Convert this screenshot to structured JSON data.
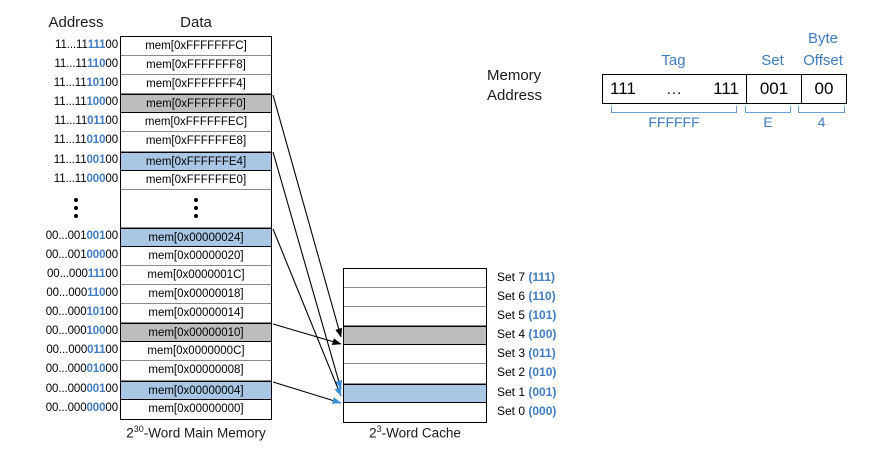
{
  "memory": {
    "address_header": "Address",
    "data_header": "Data",
    "caption_base": "2",
    "caption_exp": "30",
    "caption_rest": "-Word Main Memory",
    "rows": [
      {
        "prefix": "11...11",
        "set": "111",
        "suffix": "00",
        "data": "mem[0xFFFFFFFC]",
        "hl": "none"
      },
      {
        "prefix": "11...11",
        "set": "110",
        "suffix": "00",
        "data": "mem[0xFFFFFFF8]",
        "hl": "none"
      },
      {
        "prefix": "11...11",
        "set": "101",
        "suffix": "00",
        "data": "mem[0xFFFFFFF4]",
        "hl": "none"
      },
      {
        "prefix": "11...11",
        "set": "100",
        "suffix": "00",
        "data": "mem[0xFFFFFFF0]",
        "hl": "gray"
      },
      {
        "prefix": "11...11",
        "set": "011",
        "suffix": "00",
        "data": "mem[0xFFFFFFEC]",
        "hl": "none"
      },
      {
        "prefix": "11...11",
        "set": "010",
        "suffix": "00",
        "data": "mem[0xFFFFFFE8]",
        "hl": "none"
      },
      {
        "prefix": "11...11",
        "set": "001",
        "suffix": "00",
        "data": "mem[0xFFFFFFE4]",
        "hl": "blue"
      },
      {
        "prefix": "11...11",
        "set": "000",
        "suffix": "00",
        "data": "mem[0xFFFFFFE0]",
        "hl": "none"
      },
      {
        "ellipsis": true
      },
      {
        "prefix": "00...001",
        "set": "001",
        "suffix": "00",
        "data": "mem[0x00000024]",
        "hl": "blue"
      },
      {
        "prefix": "00...001",
        "set": "000",
        "suffix": "00",
        "data": "mem[0x00000020]",
        "hl": "none"
      },
      {
        "prefix": "00...000",
        "set": "111",
        "suffix": "00",
        "data": "mem[0x0000001C]",
        "hl": "none"
      },
      {
        "prefix": "00...000",
        "set": "110",
        "suffix": "00",
        "data": "mem[0x00000018]",
        "hl": "none"
      },
      {
        "prefix": "00...000",
        "set": "101",
        "suffix": "00",
        "data": "mem[0x00000014]",
        "hl": "none"
      },
      {
        "prefix": "00...000",
        "set": "100",
        "suffix": "00",
        "data": "mem[0x00000010]",
        "hl": "gray"
      },
      {
        "prefix": "00...000",
        "set": "011",
        "suffix": "00",
        "data": "mem[0x0000000C]",
        "hl": "none"
      },
      {
        "prefix": "00...000",
        "set": "010",
        "suffix": "00",
        "data": "mem[0x00000008]",
        "hl": "none"
      },
      {
        "prefix": "00...000",
        "set": "001",
        "suffix": "00",
        "data": "mem[0x00000004]",
        "hl": "blue"
      },
      {
        "prefix": "00...000",
        "set": "000",
        "suffix": "00",
        "data": "mem[0x00000000]",
        "hl": "none"
      }
    ]
  },
  "cache": {
    "caption_base": "2",
    "caption_exp": "3",
    "caption_rest": "-Word Cache",
    "sets": [
      {
        "label": "Set 7",
        "binary": "(111)",
        "hl": "none"
      },
      {
        "label": "Set 6",
        "binary": "(110)",
        "hl": "none"
      },
      {
        "label": "Set 5",
        "binary": "(101)",
        "hl": "none"
      },
      {
        "label": "Set 4",
        "binary": "(100)",
        "hl": "gray"
      },
      {
        "label": "Set 3",
        "binary": "(011)",
        "hl": "none"
      },
      {
        "label": "Set 2",
        "binary": "(010)",
        "hl": "none"
      },
      {
        "label": "Set 1",
        "binary": "(001)",
        "hl": "blue"
      },
      {
        "label": "Set 0",
        "binary": "(000)",
        "hl": "none"
      }
    ]
  },
  "address_diagram": {
    "label_line1": "Memory",
    "label_line2": "Address",
    "head_tag": "Tag",
    "head_set": "Set",
    "head_byte": "Byte",
    "head_offset": "Offset",
    "tag_left": "111",
    "tag_ellipsis": "...",
    "tag_right": "111",
    "set_value": "001",
    "offset_value": "00",
    "hex_tag": "FFFFFF",
    "hex_mid": "E",
    "hex_low": "4"
  },
  "colors": {
    "accent_blue": "#3f7cc0",
    "highlight_blue": "#a9c6e4",
    "highlight_gray": "#bdbdbd",
    "brace_blue": "#6b9ed0"
  }
}
